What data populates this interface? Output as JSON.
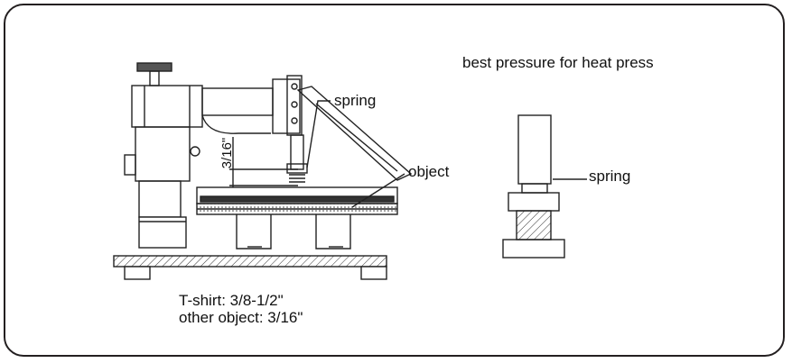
{
  "title": "best pressure for heat press",
  "labels": {
    "spring_left": "spring",
    "object": "object",
    "spring_right": "spring",
    "gap_dimension": "3/16\""
  },
  "notes": {
    "tshirt": "T-shirt: 3/8-1/2\"",
    "other": "other object: 3/16\""
  }
}
